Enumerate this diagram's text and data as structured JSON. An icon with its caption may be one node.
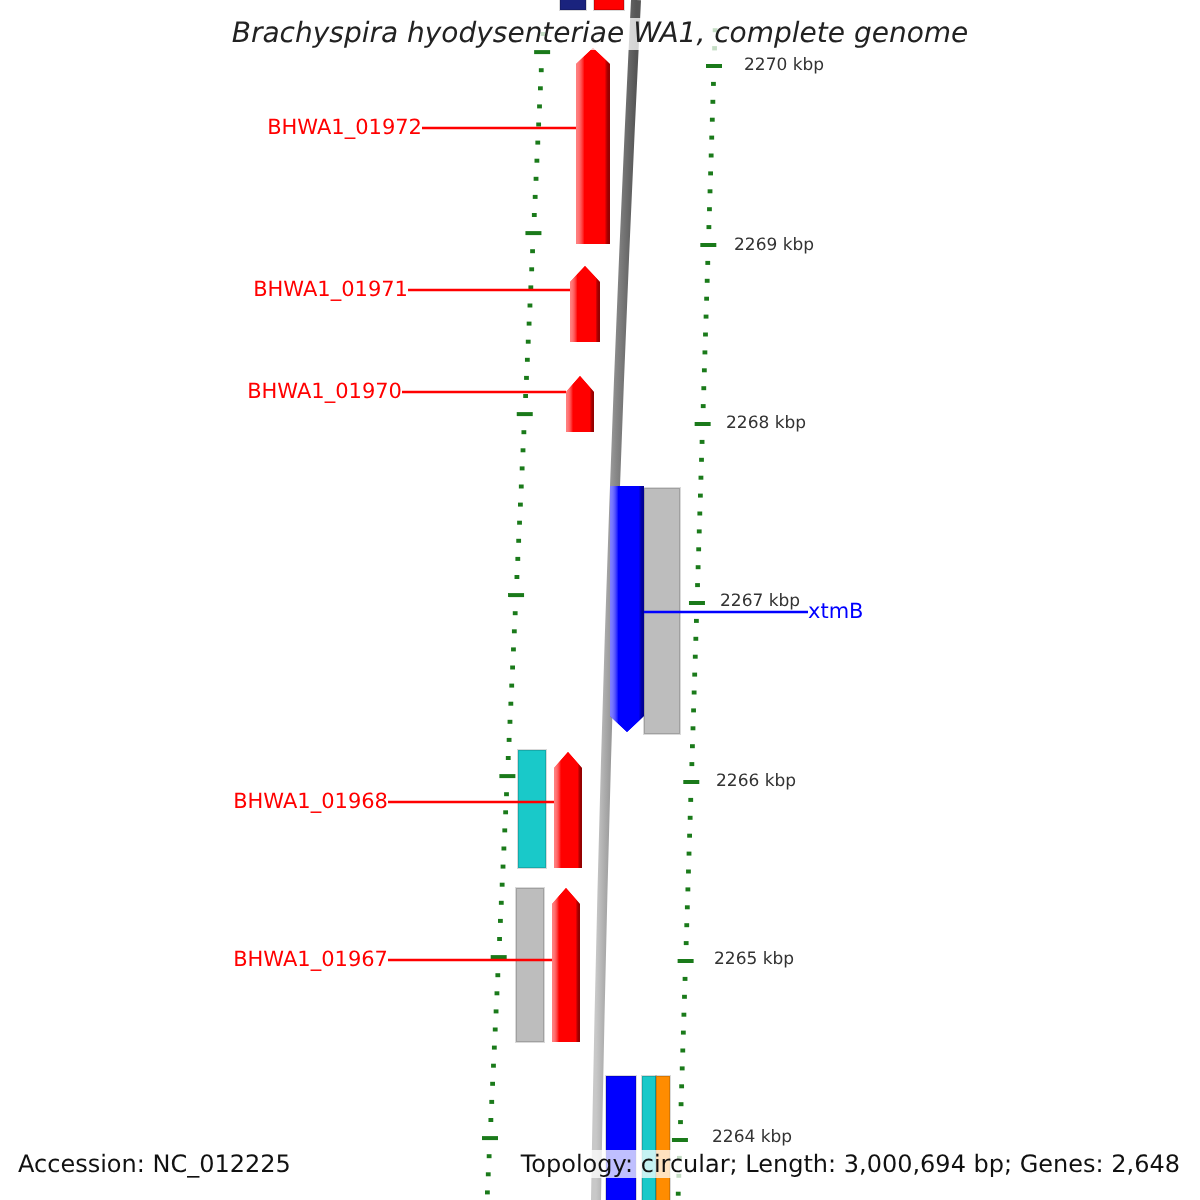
{
  "diagram": {
    "title": "Brachyspira hyodysenteriae WA1, complete genome",
    "nodes": [
      {
        "text": [
          "BHWA1_01972"
        ]
      },
      {
        "text": [],
        "shape": "arrow"
      },
      {
        "text": [
          "BHWA1_01971"
        ]
      },
      {
        "text": [],
        "shape": "arrow"
      },
      {
        "text": [
          "BHWA1_01970"
        ]
      },
      {
        "text": [],
        "shape": "arrow"
      },
      {
        "text": [
          "xtmB"
        ]
      },
      {
        "text": [],
        "shape": "arrow"
      },
      {
        "text": [
          "BHWA1_01968"
        ]
      },
      {
        "text": [],
        "shape": "arrow"
      },
      {
        "text": [
          "BHWA1_01967"
        ]
      },
      {
        "text": [],
        "shape": "arrow"
      }
    ],
    "edges": [
      {
        "from": 0,
        "to": 1,
        "arrow": "none"
      },
      {
        "from": 2,
        "to": 3,
        "arrow": "none"
      },
      {
        "from": 4,
        "to": 5,
        "arrow": "none"
      },
      {
        "from": 6,
        "to": 7,
        "arrow": "none",
        "color": "#0000ff"
      },
      {
        "from": 8,
        "to": 9,
        "arrow": "none"
      },
      {
        "from": 10,
        "to": 11,
        "arrow": "none"
      }
    ],
    "labels": [
      "2270 kbp",
      "2269 kbp",
      "2268 kbp",
      "2267 kbp",
      "2266 kbp",
      "2265 kbp",
      "2264 kbp",
      "Accession: NC_012225",
      "Topology: circular; Length: 3,000,694 bp; Genes: 2,648"
    ]
  }
}
